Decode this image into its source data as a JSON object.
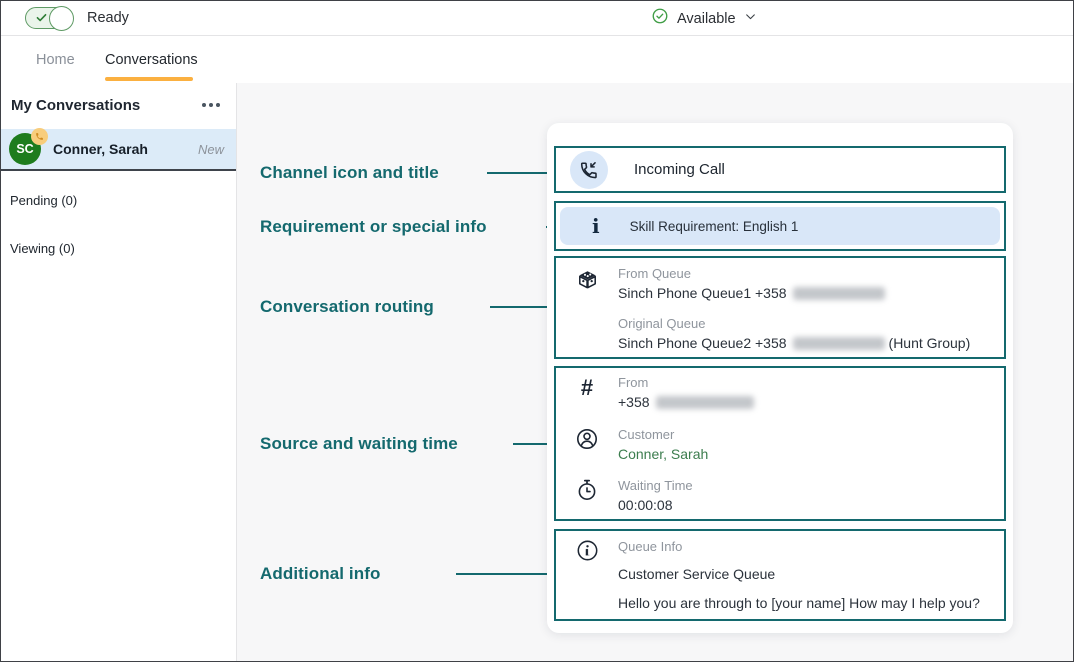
{
  "topbar": {
    "ready_label": "Ready",
    "status_label": "Available"
  },
  "tabs": [
    {
      "label": "Home",
      "active": false
    },
    {
      "label": "Conversations",
      "active": true
    }
  ],
  "sidebar": {
    "title": "My Conversations",
    "conversation": {
      "initials": "SC",
      "name": "Conner, Sarah",
      "state": "New"
    },
    "sections": [
      {
        "label": "Pending (0)"
      },
      {
        "label": "Viewing (0)"
      }
    ]
  },
  "annotations": [
    {
      "label": "Channel icon and title"
    },
    {
      "label": "Requirement or special info"
    },
    {
      "label": "Conversation routing"
    },
    {
      "label": "Source and waiting time"
    },
    {
      "label": "Additional info"
    }
  ],
  "card": {
    "channel": {
      "title": "Incoming Call"
    },
    "requirement": {
      "info_glyph": "i",
      "text": "Skill Requirement: English 1"
    },
    "routing": {
      "from_queue_label": "From Queue",
      "from_queue_value": "Sinch Phone Queue1 +358",
      "original_queue_label": "Original Queue",
      "original_queue_value": "Sinch Phone Queue2 +358",
      "original_queue_suffix": "(Hunt Group)"
    },
    "source": {
      "from_label": "From",
      "from_value": "+358",
      "hash_glyph": "#",
      "customer_label": "Customer",
      "customer_value": "Conner, Sarah",
      "waiting_label": "Waiting Time",
      "waiting_value": "00:00:08"
    },
    "additional": {
      "label": "Queue Info",
      "queue_name": "Customer Service Queue",
      "greeting": "Hello you are through to [your name] How may I help you?"
    }
  },
  "colors": {
    "accent_teal": "#14696e",
    "tab_underline_amber": "#fbb040",
    "highlight_blue": "#d9e7f8",
    "selected_row_blue": "#dcebf8",
    "status_green": "#3f9d45",
    "avatar_green": "#1e7c1e",
    "customer_link_green": "#3c7d4e"
  }
}
